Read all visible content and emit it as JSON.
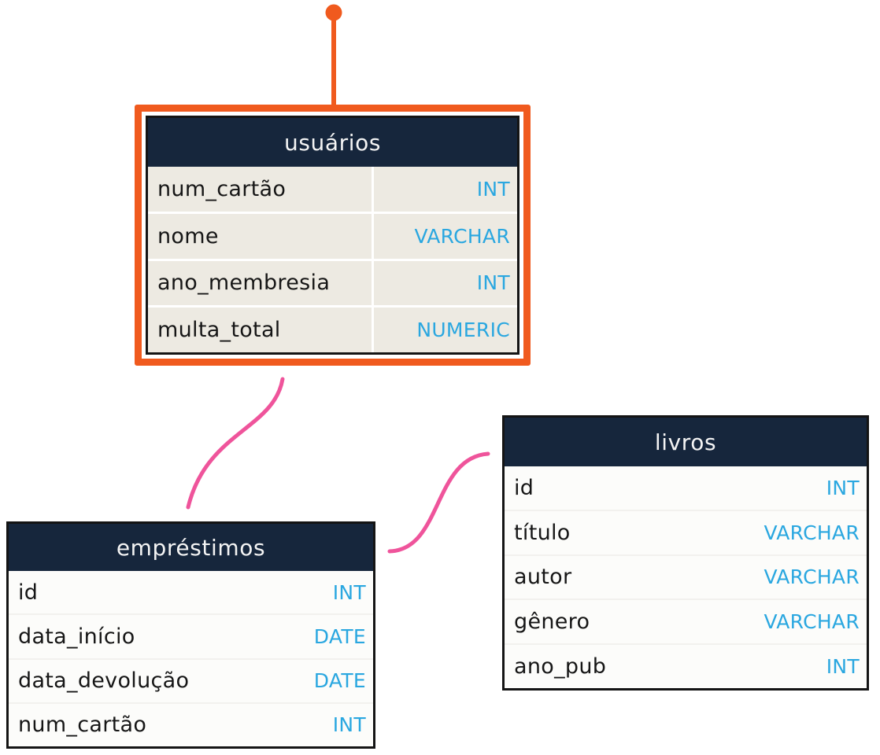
{
  "colors": {
    "canvas_bg": "#ffffff",
    "selection_orange": "#f05a1e",
    "relationship_pink": "#ef549b",
    "header_navy": "#16263c",
    "type_cyan": "#2aa7e0",
    "selected_row_bg": "#edeae2",
    "row_bg": "#fcfcfa",
    "table_border": "#141414"
  },
  "diagram": {
    "tables": [
      {
        "name": "usuários",
        "selected": true,
        "columns": [
          {
            "name": "num_cartão",
            "type": "INT"
          },
          {
            "name": "nome",
            "type": "VARCHAR"
          },
          {
            "name": "ano_membresia",
            "type": "INT"
          },
          {
            "name": "multa_total",
            "type": "NUMERIC"
          }
        ]
      },
      {
        "name": "empréstimos",
        "selected": false,
        "columns": [
          {
            "name": "id",
            "type": "INT"
          },
          {
            "name": "data_início",
            "type": "DATE"
          },
          {
            "name": "data_devolução",
            "type": "DATE"
          },
          {
            "name": "num_cartão",
            "type": "INT"
          }
        ]
      },
      {
        "name": "livros",
        "selected": false,
        "columns": [
          {
            "name": "id",
            "type": "INT"
          },
          {
            "name": "título",
            "type": "VARCHAR"
          },
          {
            "name": "autor",
            "type": "VARCHAR"
          },
          {
            "name": "gênero",
            "type": "VARCHAR"
          },
          {
            "name": "ano_pub",
            "type": "INT"
          }
        ]
      }
    ],
    "relationships": [
      {
        "from": "usuários",
        "to": "empréstimos"
      },
      {
        "from": "empréstimos",
        "to": "livros"
      }
    ]
  }
}
